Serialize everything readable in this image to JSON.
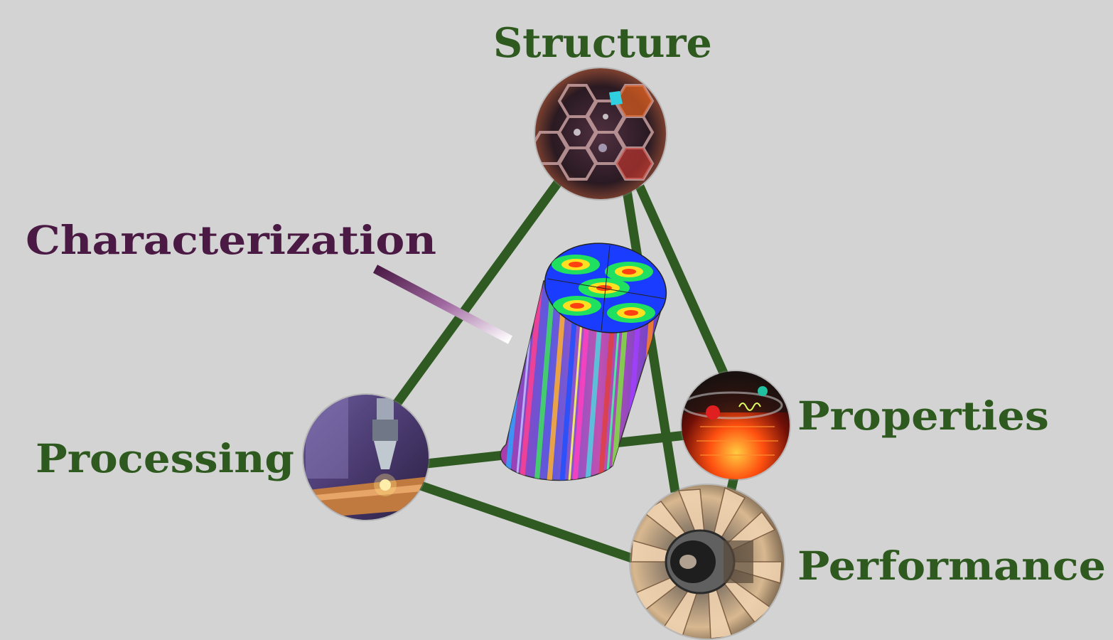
{
  "labels": {
    "structure": "Structure",
    "characterization": "Characterization",
    "processing": "Processing",
    "properties": "Properties",
    "performance": "Performance"
  },
  "colors": {
    "background": "#d3d3d3",
    "node_label": "#2f5a1f",
    "characterization_label": "#4a1a45",
    "edge": "#2f5a22"
  },
  "nodes": [
    {
      "id": "structure",
      "icon": "hexagonal-microstructure-image"
    },
    {
      "id": "processing",
      "icon": "laser-deposition-nozzle-image"
    },
    {
      "id": "properties",
      "icon": "electron-phonon-glowing-lattice-image"
    },
    {
      "id": "performance",
      "icon": "jet-turbine-engine-image"
    },
    {
      "id": "characterization",
      "icon": "ebsd-grain-map-cylinder-image"
    }
  ],
  "edges": [
    [
      "structure",
      "processing"
    ],
    [
      "structure",
      "properties"
    ],
    [
      "structure",
      "performance"
    ],
    [
      "processing",
      "properties"
    ],
    [
      "processing",
      "performance"
    ],
    [
      "properties",
      "performance"
    ]
  ]
}
